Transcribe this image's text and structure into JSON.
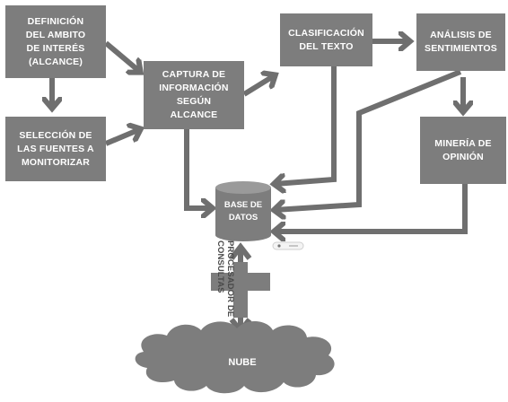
{
  "colors": {
    "box_fill": "#7d7d7d",
    "arrow": "#6f6f6f",
    "text_on_box": "#ffffff",
    "label_text": "#4a4a4a"
  },
  "nodes": {
    "definicion": "DEFINICIÓN\nDEL AMBITO\nDE INTERÉS\n(ALCANCE)",
    "seleccion": "SELECCIÓN DE\nLAS FUENTES A\nMONITORIZAR",
    "captura": "CAPTURA DE\nINFORMACIÓN\nSEGÚN\nALCANCE",
    "clasificacion": "CLASIFICACIÓN\nDEL TEXTO",
    "analisis": "ANÁLISIS DE\nSENTIMIENTOS",
    "mineria": "MINERÍA DE\nOPINIÓN",
    "base_datos": "BASE DE\nDATOS",
    "nube": "NUBE",
    "procesador": "PROCESADOR DE\nCONSULTAS"
  },
  "icons": {
    "database": "database-cylinder-icon",
    "cloud": "cloud-icon"
  }
}
